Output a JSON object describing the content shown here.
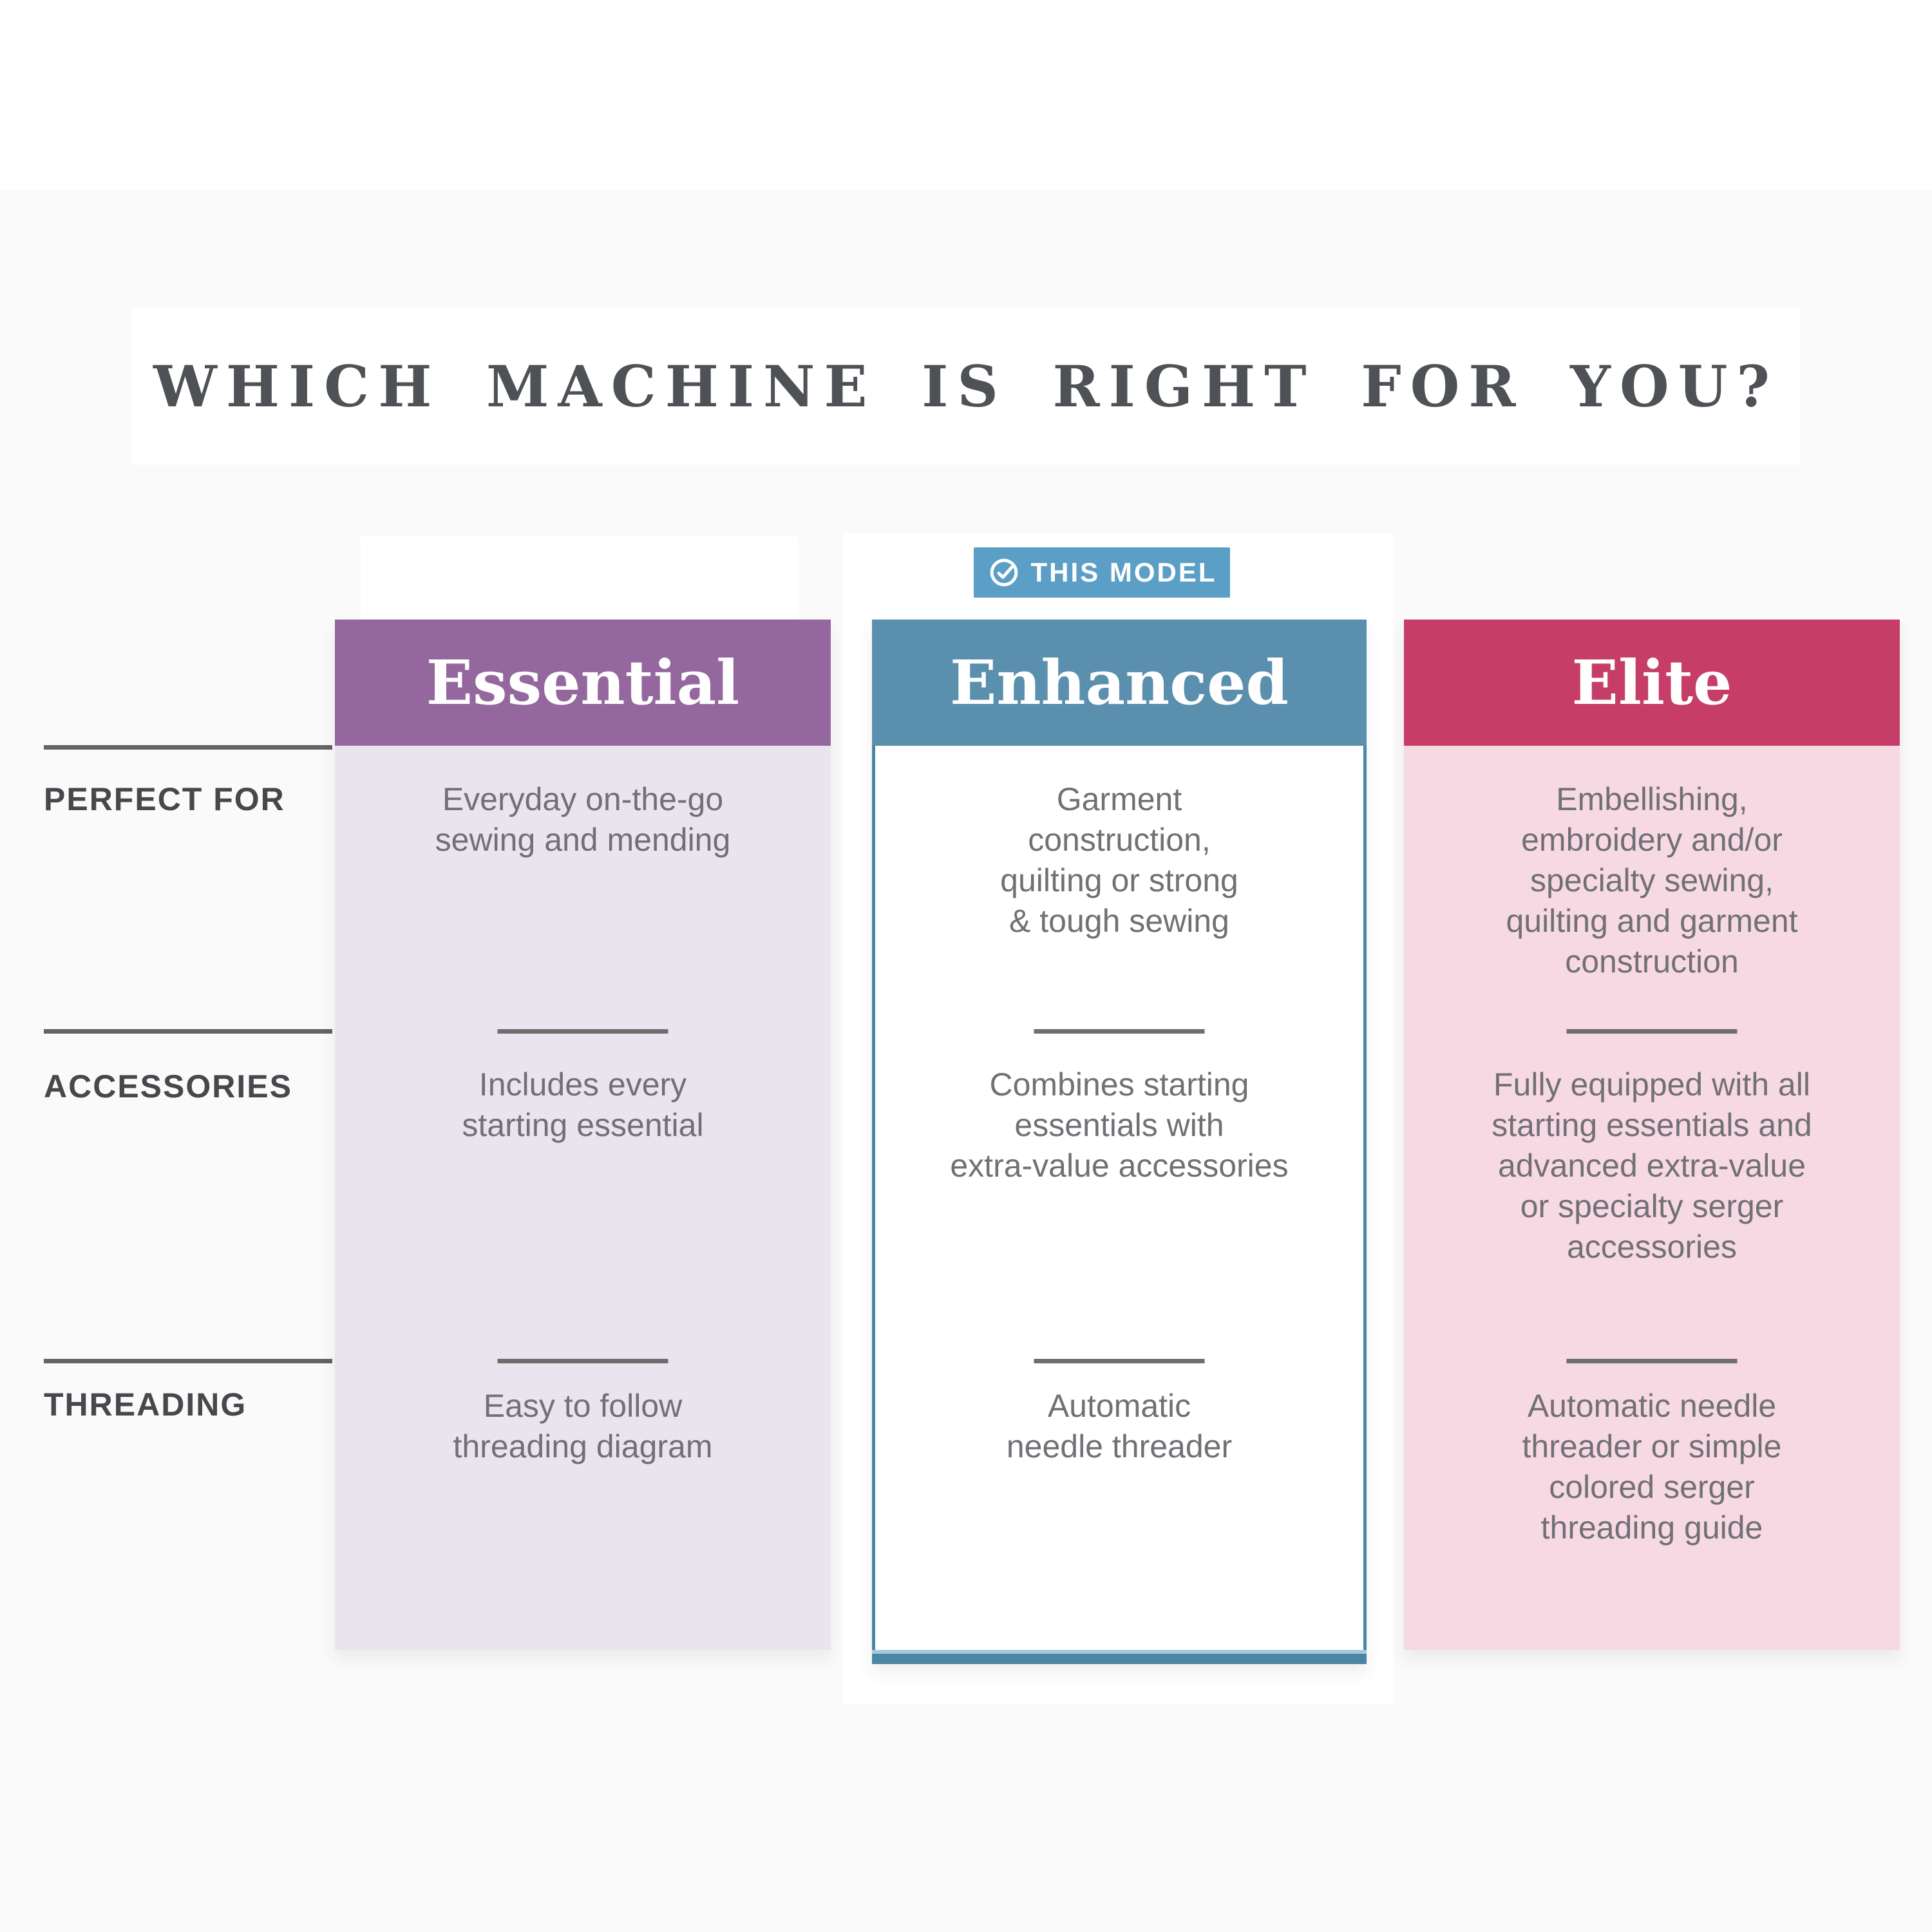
{
  "title": "WHICH MACHINE IS RIGHT FOR YOU?",
  "badge": {
    "label": "THIS MODEL",
    "icon": "check-circle-icon"
  },
  "row_labels": {
    "perfect_for": "PERFECT FOR",
    "accessories": "ACCESSORIES",
    "threading": "THREADING"
  },
  "columns": [
    {
      "name": "Essential",
      "highlighted": false,
      "perfect_for": "Everyday on-the-go\nsewing and mending",
      "accessories": "Includes every\nstarting essential",
      "threading": "Easy to follow\nthreading diagram"
    },
    {
      "name": "Enhanced",
      "highlighted": true,
      "perfect_for": "Garment\nconstruction,\nquilting or strong\n& tough sewing",
      "accessories": "Combines starting\nessentials with\nextra-value accessories",
      "threading": "Automatic\nneedle threader"
    },
    {
      "name": "Elite",
      "highlighted": false,
      "perfect_for": "Embellishing,\nembroidery and/or\nspecialty sewing,\nquilting and garment\nconstruction",
      "accessories": "Fully equipped with all\nstarting essentials and\nadvanced extra-value\nor specialty serger\naccessories",
      "threading": "Automatic needle\nthreader or simple\ncolored serger\nthreading guide"
    }
  ],
  "colors": {
    "page_background": "#fafafa",
    "title_text": "#4e5257",
    "essential_header": "#94689f",
    "essential_body": "#eae4ee",
    "enhanced_header": "#5a8fae",
    "enhanced_border": "#4c86a5",
    "elite_header": "#c63e68",
    "elite_body": "#f7d9e3",
    "badge_background": "#5b9fc6",
    "body_text": "#707075",
    "label_text": "#47474c"
  }
}
